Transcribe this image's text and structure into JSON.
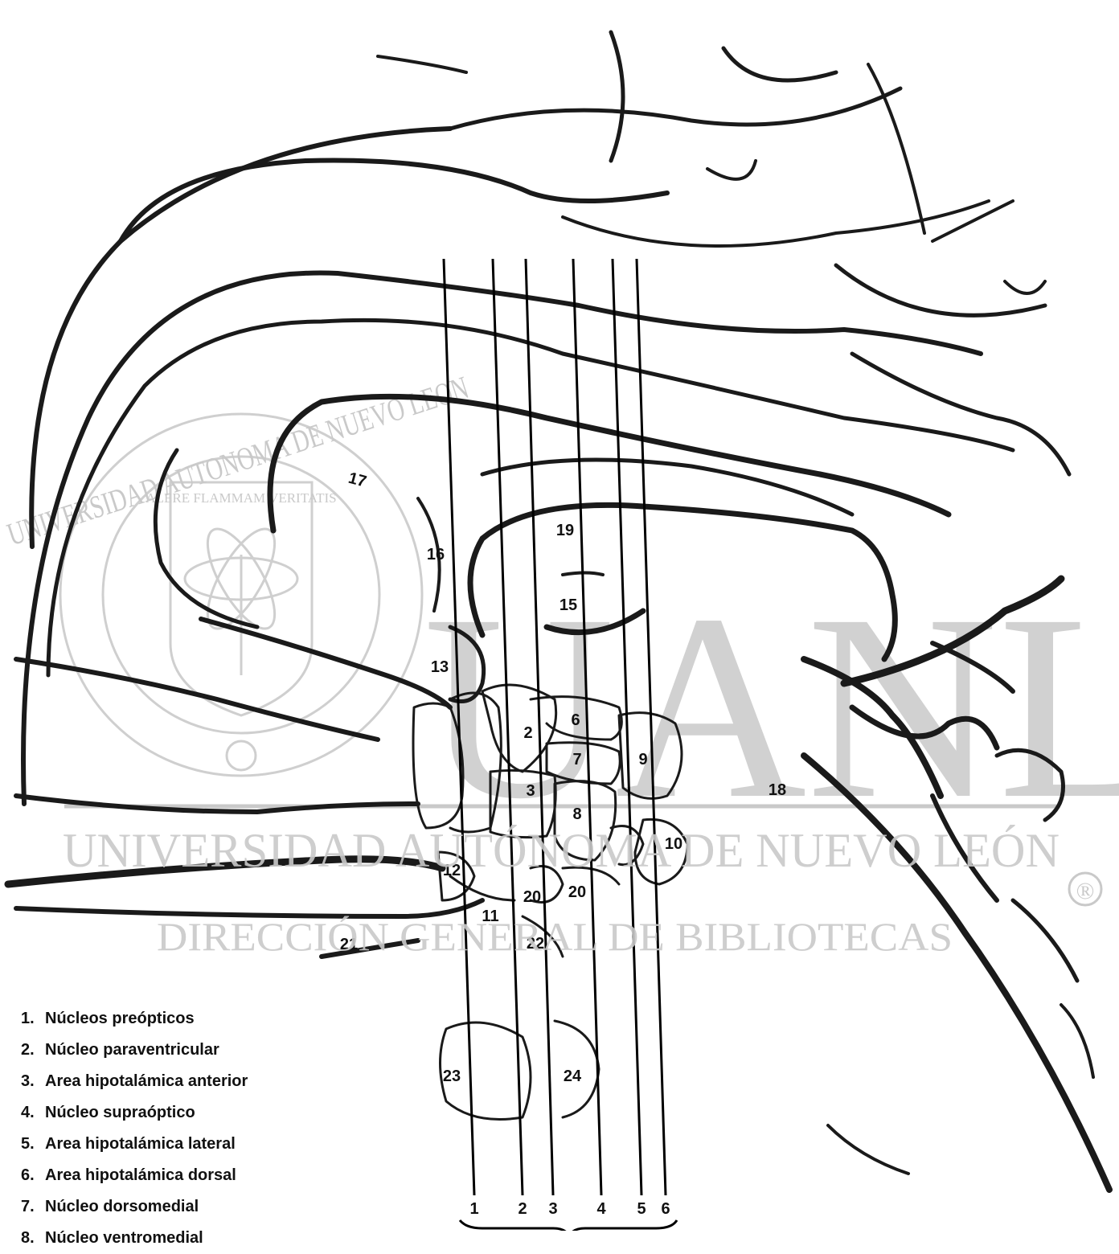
{
  "watermark": {
    "seal_text": "UNIVERSIDAD AUTONOMA DE NUEVO LEON",
    "motto": "ALERE FLAMMAM VERITATIS",
    "brand": "UANL",
    "university": "UNIVERSIDAD AUTÓNOMA DE NUEVO LEÓN",
    "library": "DIRECCIÓN GENERAL DE BIBLIOTECAS",
    "registered_mark": "®"
  },
  "region_labels": {
    "r2": "2",
    "r3": "3",
    "r6": "6",
    "r7": "7",
    "r8": "8",
    "r9": "9",
    "r10": "10",
    "r11": "11",
    "r12": "12",
    "r13": "13",
    "r15": "15",
    "r16": "16",
    "r17": "17",
    "r18": "18",
    "r19": "19",
    "r20a": "20",
    "r20b": "20",
    "r21": "21",
    "r22": "22",
    "r23": "23",
    "r24": "24"
  },
  "section_lines": [
    "1",
    "2",
    "3",
    "4",
    "5",
    "6"
  ],
  "legend": [
    {
      "num": "1.",
      "text": "Núcleos preópticos"
    },
    {
      "num": "2.",
      "text": "Núcleo paraventricular"
    },
    {
      "num": "3.",
      "text": "Area hipotalámica anterior"
    },
    {
      "num": "4.",
      "text": "Núcleo supraóptico"
    },
    {
      "num": "5.",
      "text": "Area hipotalámica lateral"
    },
    {
      "num": "6.",
      "text": "Area hipotalámica dorsal"
    },
    {
      "num": "7.",
      "text": "Núcleo dorsomedial"
    },
    {
      "num": "8.",
      "text": "Núcleo ventromedial"
    }
  ]
}
